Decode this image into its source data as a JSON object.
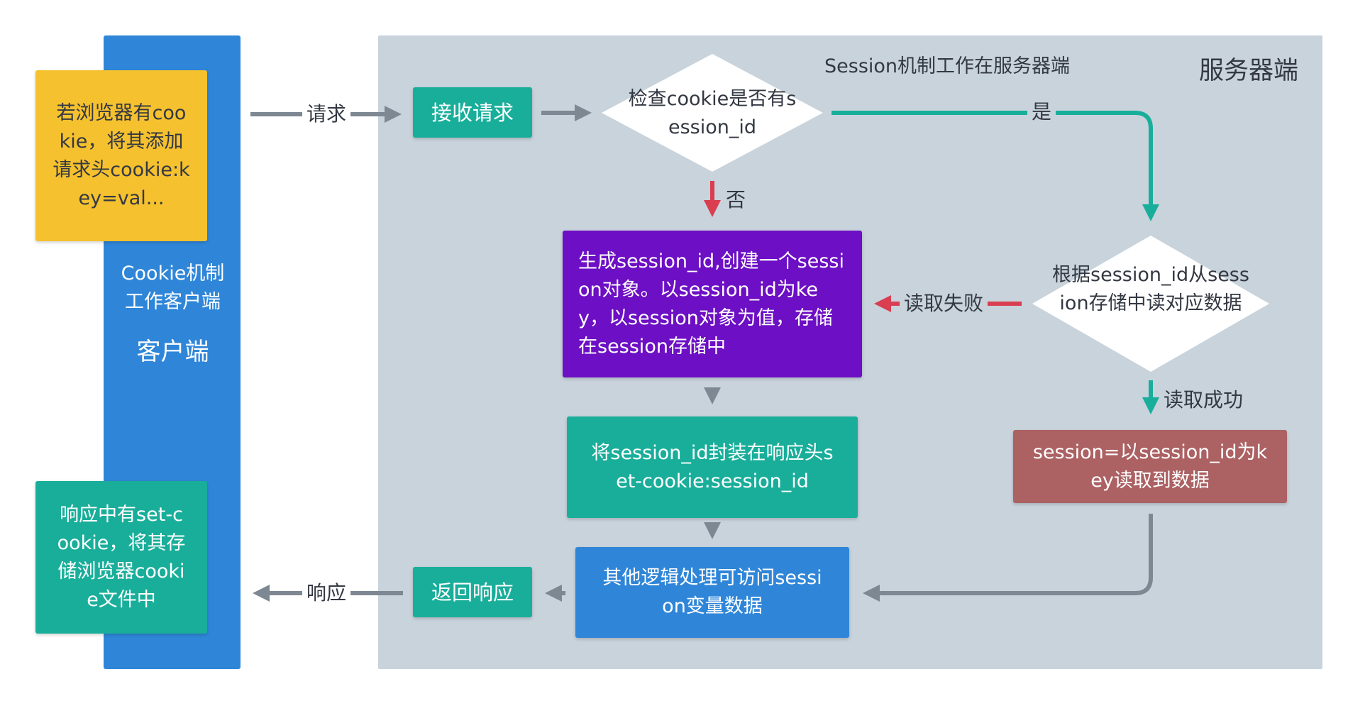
{
  "client": {
    "title": "客户端",
    "mechanism": "Cookie机制工作客户端",
    "top_note": "若浏览器有cookie，将其添加请求头cookie:key=val...",
    "bottom_note": "响应中有set-cookie，将其存储浏览器cookie文件中"
  },
  "server": {
    "title": "服务器端",
    "mechanism": "Session机制工作在服务器端"
  },
  "nodes": {
    "receive": "接收请求",
    "check": "检查cookie是否有session_id",
    "generate": "生成session_id,创建一个session对象。以session_id为key，以session对象为值，存储在session存储中",
    "lookup": "根据session_id从session存储中读对应数据",
    "read_ok_box": "session=以session_id为key读取到数据",
    "wrap": "将session_id封装在响应头set-cookie:session_id",
    "logic": "其他逻辑处理可访问session变量数据",
    "return": "返回响应"
  },
  "edges": {
    "request": "请求",
    "yes": "是",
    "no": "否",
    "read_fail": "读取失败",
    "read_success": "读取成功",
    "response": "响应"
  },
  "colors": {
    "client_strip": "#2f86d8",
    "server_panel": "#c8d3dc",
    "yellow": "#f5c12e",
    "teal": "#19ae9a",
    "purple": "#6d0fc4",
    "red_box": "#ac6163",
    "blue_box": "#2f86d8",
    "gray_arrow": "#7d8893",
    "red_arrow": "#d93e51",
    "teal_arrow": "#19ae9a"
  }
}
